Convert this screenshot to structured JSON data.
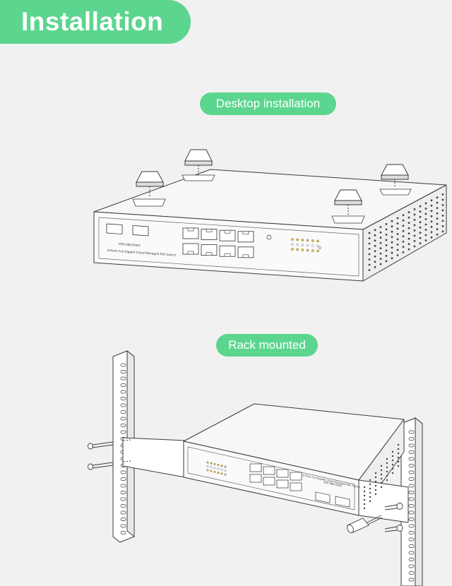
{
  "header": {
    "title": "Installation"
  },
  "sections": {
    "desktop": {
      "label": "Desktop installation",
      "device_text": {
        "product_line": "8 Ports Full Gigabit Cloud Managed PoE Switch",
        "model": "PGE-0802SWG"
      }
    },
    "rack": {
      "label": "Rack mounted",
      "device_text": {
        "product_line": "8 Ports Full Gigabit Cloud Managed PoE Switch",
        "model": "PGE-0802SWG"
      }
    }
  },
  "colors": {
    "accent": "#5cd68f",
    "background": "#f1f1f1",
    "line": "#3a3a3a",
    "led": "#e7c23c"
  },
  "icons": [
    "rubber-foot-icon",
    "screw-icon",
    "screwdriver-icon",
    "rj45-port-icon",
    "sfp-slot-icon",
    "led-indicator-icon"
  ]
}
